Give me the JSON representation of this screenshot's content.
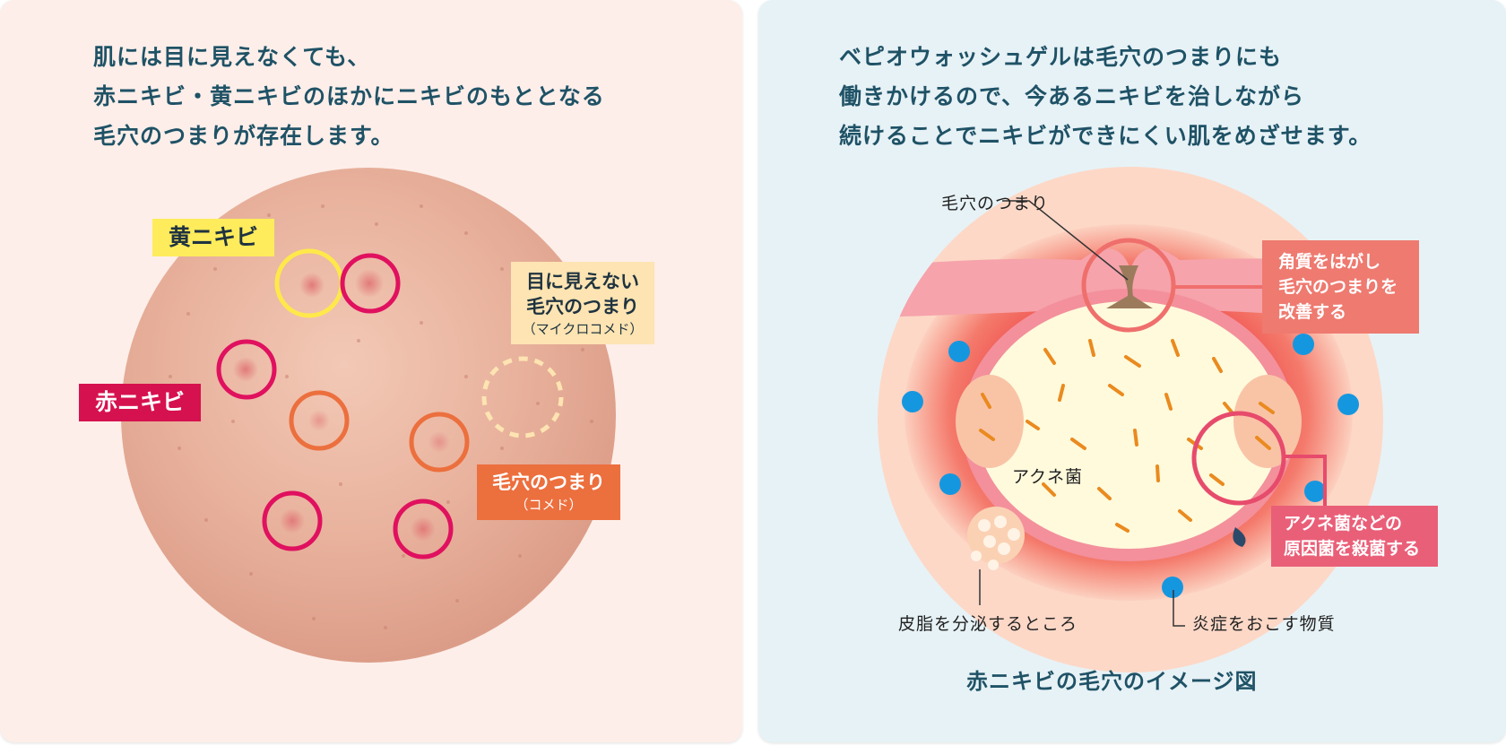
{
  "left": {
    "headline": [
      "肌には目に見えなくても、",
      "赤ニキビ・黄ニキビのほかにニキビのもととなる",
      "毛穴のつまりが存在します。"
    ],
    "labels": {
      "yellow": "黄ニキビ",
      "red": "赤ニキビ",
      "micro_line1": "目に見えない",
      "micro_line2": "毛穴のつまり",
      "micro_sub": "（マイクロコメド）",
      "comedo_line1": "毛穴のつまり",
      "comedo_sub": "（コメド）"
    }
  },
  "right": {
    "headline": [
      "ベピオウォッシュゲルは毛穴のつまりにも",
      "働きかけるので、今あるニキビを治しながら",
      "続けることでニキビができにくい肌をめざせます。"
    ],
    "labels": {
      "pore_clog": "毛穴のつまり",
      "acne_bacteria": "アクネ菌",
      "sebum": "皮脂を分泌するところ",
      "inflammation": "炎症をおこす物質",
      "box1": [
        "角質をはがし",
        "毛穴のつまりを",
        "改善する"
      ],
      "box2": [
        "アクネ菌などの",
        "原因菌を殺菌する"
      ]
    },
    "caption": "赤ニキビの毛穴のイメージ図"
  },
  "colors": {
    "left_bg": "#fdeee9",
    "right_bg": "#e7f2f6",
    "text": "#1f5266",
    "yellow": "#ffe94a",
    "magenta": "#e0115f",
    "orange": "#ec6f3e",
    "box_red": "#ee7a70"
  }
}
